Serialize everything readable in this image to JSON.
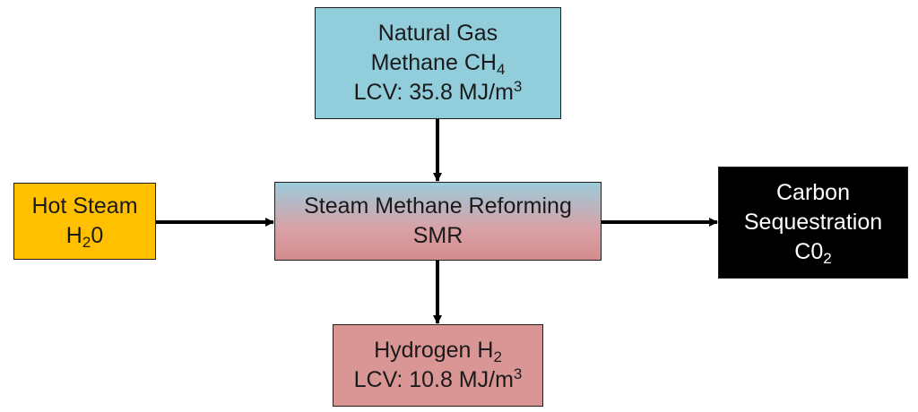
{
  "nodes": {
    "natural_gas": {
      "line1": "Natural Gas",
      "line2_text": "Methane CH",
      "line2_sub": "4",
      "line3_text": "LCV: 35.8 MJ/m",
      "line3_sup": "3",
      "fill": "#92cddc"
    },
    "smr": {
      "line1": "Steam Methane Reforming",
      "line2": "SMR",
      "fill_top": "#9ccbdb",
      "fill_bottom": "#d48c8e"
    },
    "hot_steam": {
      "line1": "Hot Steam",
      "line2_text": "H",
      "line2_sub": "2",
      "line2_after": "0",
      "fill": "#ffc000"
    },
    "carbon": {
      "line1": "Carbon",
      "line2": "Sequestration",
      "line3_text": "C0",
      "line3_sub": "2",
      "fill": "#000000"
    },
    "hydrogen": {
      "line1_text": "Hydrogen H",
      "line1_sub": "2",
      "line2_text": "LCV: 10.8 MJ/m",
      "line2_sup": "3",
      "fill": "#d99694"
    }
  },
  "edges": [
    {
      "from": "natural_gas",
      "to": "smr"
    },
    {
      "from": "hot_steam",
      "to": "smr"
    },
    {
      "from": "smr",
      "to": "carbon"
    },
    {
      "from": "smr",
      "to": "hydrogen"
    }
  ]
}
